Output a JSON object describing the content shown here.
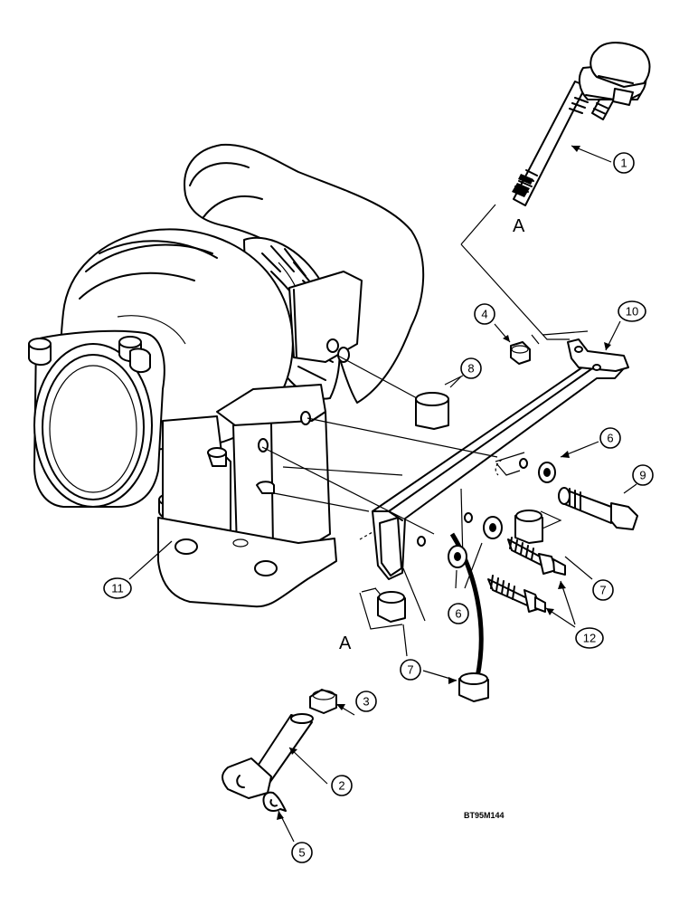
{
  "callouts": {
    "c1": "1",
    "c2": "2",
    "c3": "3",
    "c4": "4",
    "c5": "5",
    "c6a": "6",
    "c6b": "6",
    "c7a": "7",
    "c7b": "7",
    "c8": "8",
    "c9": "9",
    "c10": "10",
    "c11": "11",
    "c12": "12"
  },
  "view_labels": {
    "top": "A",
    "bottom": "A"
  },
  "reference_code": "BT95M144"
}
